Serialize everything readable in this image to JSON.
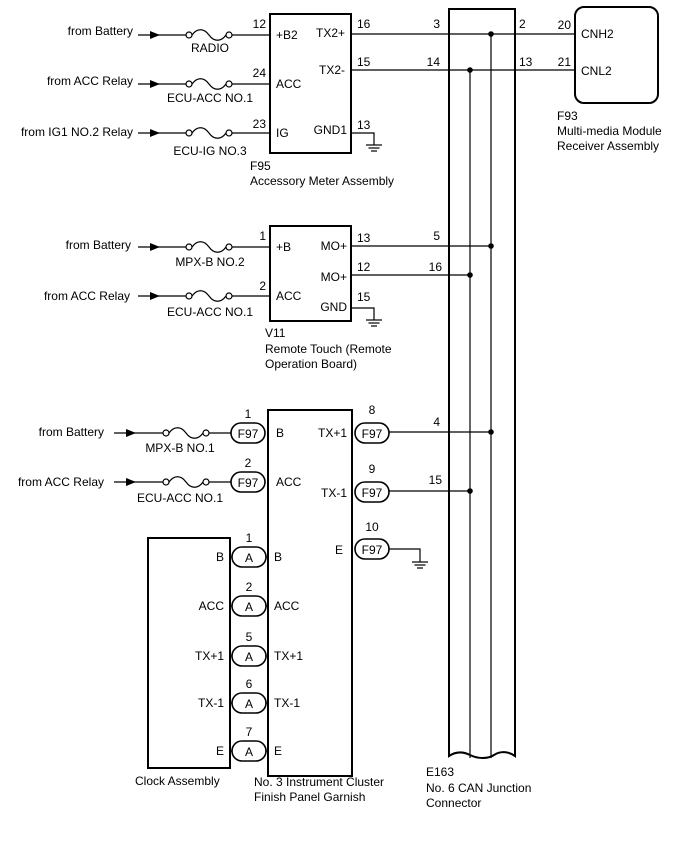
{
  "battery_radio": {
    "source": "from Battery",
    "fuse": "RADIO",
    "pin": "12",
    "terminal": "+B2"
  },
  "acc_ecuacc1": {
    "source": "from ACC Relay",
    "fuse": "ECU-ACC NO.1",
    "pin": "24",
    "terminal": "ACC"
  },
  "ig1_ecuig3": {
    "source": "from IG1 NO.2 Relay",
    "fuse": "ECU-IG NO.3",
    "pin": "23",
    "terminal": "IG"
  },
  "f95": {
    "code": "F95",
    "name": "Accessory Meter Assembly",
    "tx2p_pin": "16",
    "tx2p_label": "TX2+",
    "tx2m_pin": "15",
    "tx2m_label": "TX2-",
    "gnd_pin": "13",
    "gnd_label": "GND1"
  },
  "f93": {
    "code": "F93",
    "name_line1": "Multi-media Module",
    "name_line2": "Receiver Assembly",
    "cnh_pin": "20",
    "cnh_label": "CNH2",
    "cnl_pin": "21",
    "cnl_label": "CNL2"
  },
  "v11": {
    "code": "V11",
    "name_line1": "Remote Touch (Remote",
    "name_line2": "Operation Board)",
    "b_source": "from Battery",
    "b_fuse": "MPX-B NO.2",
    "b_pin": "1",
    "b_label": "+B",
    "acc_source": "from ACC Relay",
    "acc_fuse": "ECU-ACC NO.1",
    "acc_pin": "2",
    "acc_label": "ACC",
    "mo1_pin": "13",
    "mo1_label": "MO+",
    "mo2_pin": "12",
    "mo2_label": "MO+",
    "gnd_pin": "15",
    "gnd_label": "GND"
  },
  "cluster": {
    "name_line1": "No. 3 Instrument Cluster",
    "name_line2": "Finish Panel Garnish",
    "connector": "F97",
    "connector_a": "A",
    "b_source": "from Battery",
    "b_fuse": "MPX-B NO.1",
    "b_pin": "1",
    "b_label": "B",
    "acc_source": "from ACC Relay",
    "acc_fuse": "ECU-ACC NO.1",
    "acc_pin": "2",
    "acc_label": "ACC",
    "txp_pin": "8",
    "txp_label": "TX+1",
    "txm_pin": "9",
    "txm_label": "TX-1",
    "e_pin": "10",
    "e_label": "E"
  },
  "clock": {
    "name": "Clock Assembly",
    "pins": [
      {
        "pin": "1",
        "left": "B",
        "right": "B"
      },
      {
        "pin": "2",
        "left": "ACC",
        "right": "ACC"
      },
      {
        "pin": "5",
        "left": "TX+1",
        "right": "TX+1"
      },
      {
        "pin": "6",
        "left": "TX-1",
        "right": "TX-1"
      },
      {
        "pin": "7",
        "left": "E",
        "right": "E"
      }
    ]
  },
  "e163": {
    "code": "E163",
    "name_line1": "No. 6 CAN Junction",
    "name_line2": "Connector",
    "pins": [
      "3",
      "2",
      "14",
      "13",
      "5",
      "16",
      "4",
      "15"
    ]
  }
}
